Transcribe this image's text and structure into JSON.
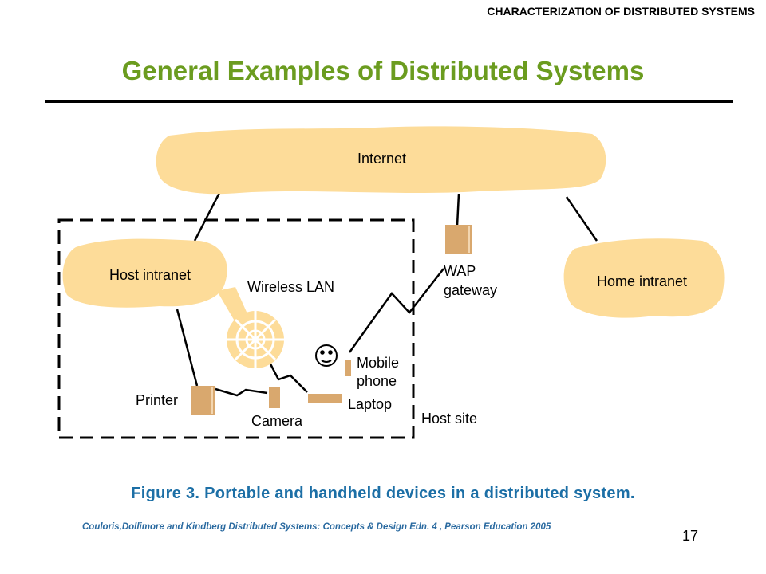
{
  "header": "CHARACTERIZATION OF DISTRIBUTED SYSTEMS",
  "title": "General Examples of Distributed Systems",
  "diagram": {
    "internet": "Internet",
    "host_intranet": "Host intranet",
    "wireless_lan": "Wireless LAN",
    "wap_gateway": [
      "WAP",
      "gateway"
    ],
    "home_intranet": "Home intranet",
    "mobile_phone": [
      "Mobile",
      "phone"
    ],
    "printer": "Printer",
    "camera": "Camera",
    "laptop": "Laptop",
    "host_site": "Host site",
    "colors": {
      "cloud": "#fddc99",
      "device": "#d9a86e",
      "line": "#000000"
    }
  },
  "caption": "Figure 3. Portable and handheld devices in a distributed system.",
  "credit": "Couloris,Dollimore and Kindberg  Distributed Systems: Concepts & Design  Edn. 4 , Pearson Education 2005",
  "page_number": "17"
}
